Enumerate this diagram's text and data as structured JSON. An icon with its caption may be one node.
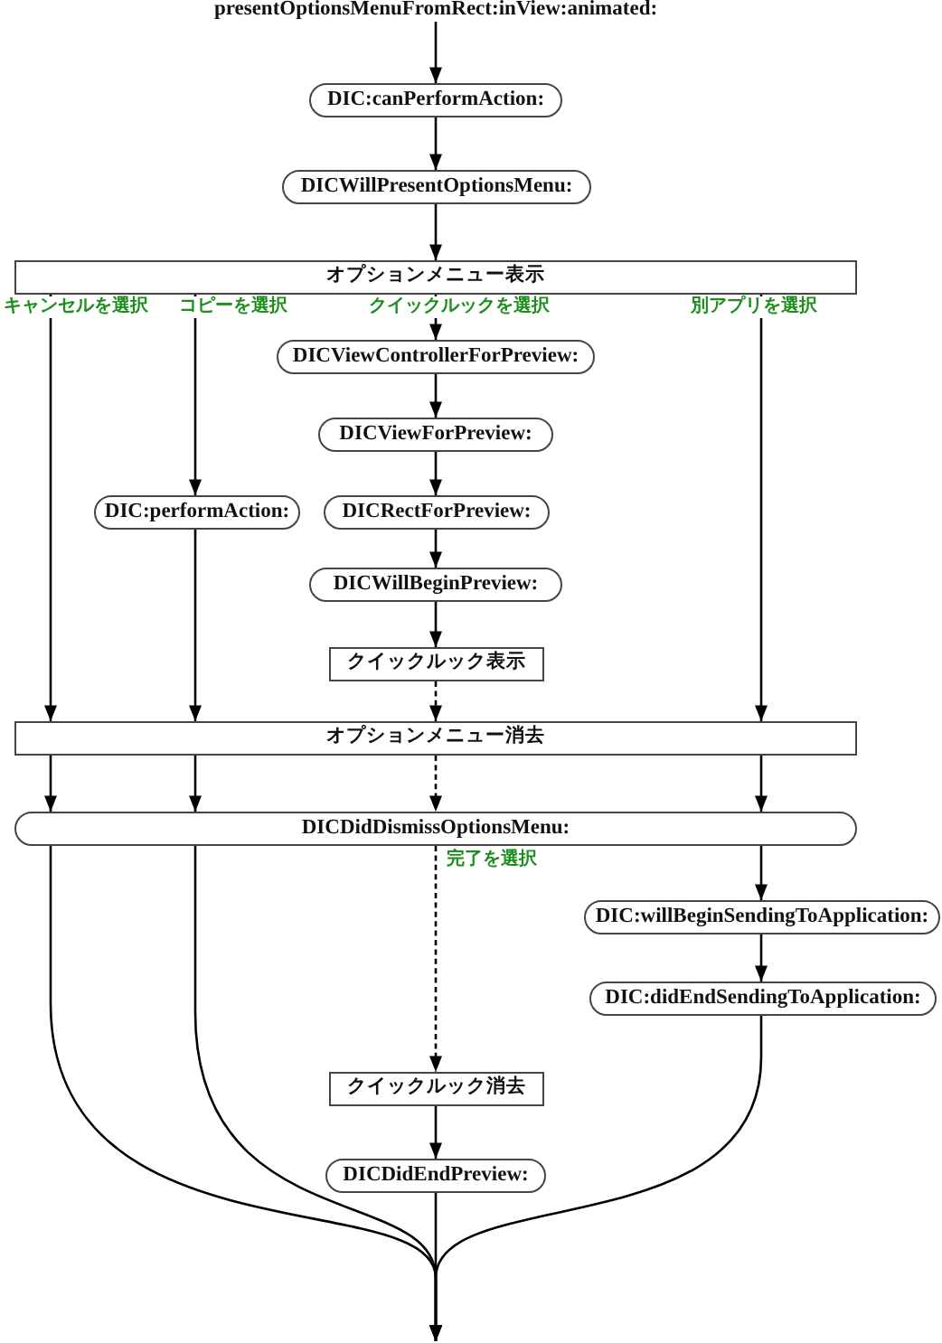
{
  "diagram": {
    "nodes": [
      {
        "text": [
          "presentOptionsMenuFromRect:inView:animated:"
        ]
      },
      {
        "text": [
          "DIC:canPerformAction:"
        ]
      },
      {
        "text": [
          "DICWillPresentOptionsMenu:"
        ]
      },
      {
        "text": [
          "オプションメニュー表示"
        ]
      },
      {
        "text": [
          "DICViewControllerForPreview:"
        ]
      },
      {
        "text": [
          "DICViewForPreview:"
        ]
      },
      {
        "text": [
          "DIC:performAction:"
        ]
      },
      {
        "text": [
          "DICRectForPreview:"
        ]
      },
      {
        "text": [
          "DICWillBeginPreview:"
        ]
      },
      {
        "text": [
          "クイックルック表示"
        ]
      },
      {
        "text": [
          "オプションメニュー消去"
        ]
      },
      {
        "text": [
          "DICDidDismissOptionsMenu:"
        ]
      },
      {
        "text": [
          "DIC:willBeginSendingToApplication:"
        ]
      },
      {
        "text": [
          "DIC:didEndSendingToApplication:"
        ]
      },
      {
        "text": [
          "クイックルック消去"
        ]
      },
      {
        "text": [
          "DICDidEndPreview:"
        ]
      }
    ],
    "edges": [
      {
        "from": 0,
        "to": 1,
        "arrow": "to"
      },
      {
        "from": 1,
        "to": 2,
        "arrow": "to"
      },
      {
        "from": 2,
        "to": 3,
        "arrow": "to"
      },
      {
        "from": 3,
        "to": 10,
        "arrow": "to",
        "label": "キャンセルを選択"
      },
      {
        "from": 3,
        "to": 6,
        "arrow": "to",
        "label": "コピーを選択"
      },
      {
        "from": 3,
        "to": 4,
        "arrow": "to",
        "label": "クイックルックを選択"
      },
      {
        "from": 3,
        "to": 10,
        "arrow": "to",
        "label": "別アプリを選択"
      },
      {
        "from": 4,
        "to": 5,
        "arrow": "to"
      },
      {
        "from": 5,
        "to": 7,
        "arrow": "to"
      },
      {
        "from": 7,
        "to": 8,
        "arrow": "to"
      },
      {
        "from": 8,
        "to": 9,
        "arrow": "to"
      },
      {
        "from": 6,
        "to": 10,
        "arrow": "to"
      },
      {
        "from": 9,
        "to": 10,
        "arrow": "to",
        "style": "dashed"
      },
      {
        "from": 10,
        "to": 11,
        "arrow": "to"
      },
      {
        "from": 10,
        "to": 11,
        "arrow": "to"
      },
      {
        "from": 10,
        "to": 11,
        "arrow": "to",
        "style": "dashed"
      },
      {
        "from": 10,
        "to": 11,
        "arrow": "to"
      },
      {
        "from": 11,
        "to": 14,
        "arrow": "to",
        "style": "dashed",
        "label": "完了を選択"
      },
      {
        "from": 11,
        "to": 12,
        "arrow": "to"
      },
      {
        "from": 12,
        "to": 13,
        "arrow": "to"
      },
      {
        "from": 14,
        "to": 15,
        "arrow": "to"
      },
      {
        "from": 11,
        "to": null,
        "arrow": "to"
      },
      {
        "from": 11,
        "to": null,
        "arrow": "to"
      },
      {
        "from": 15,
        "to": null,
        "arrow": "to"
      },
      {
        "from": 13,
        "to": null,
        "arrow": "to"
      }
    ]
  }
}
